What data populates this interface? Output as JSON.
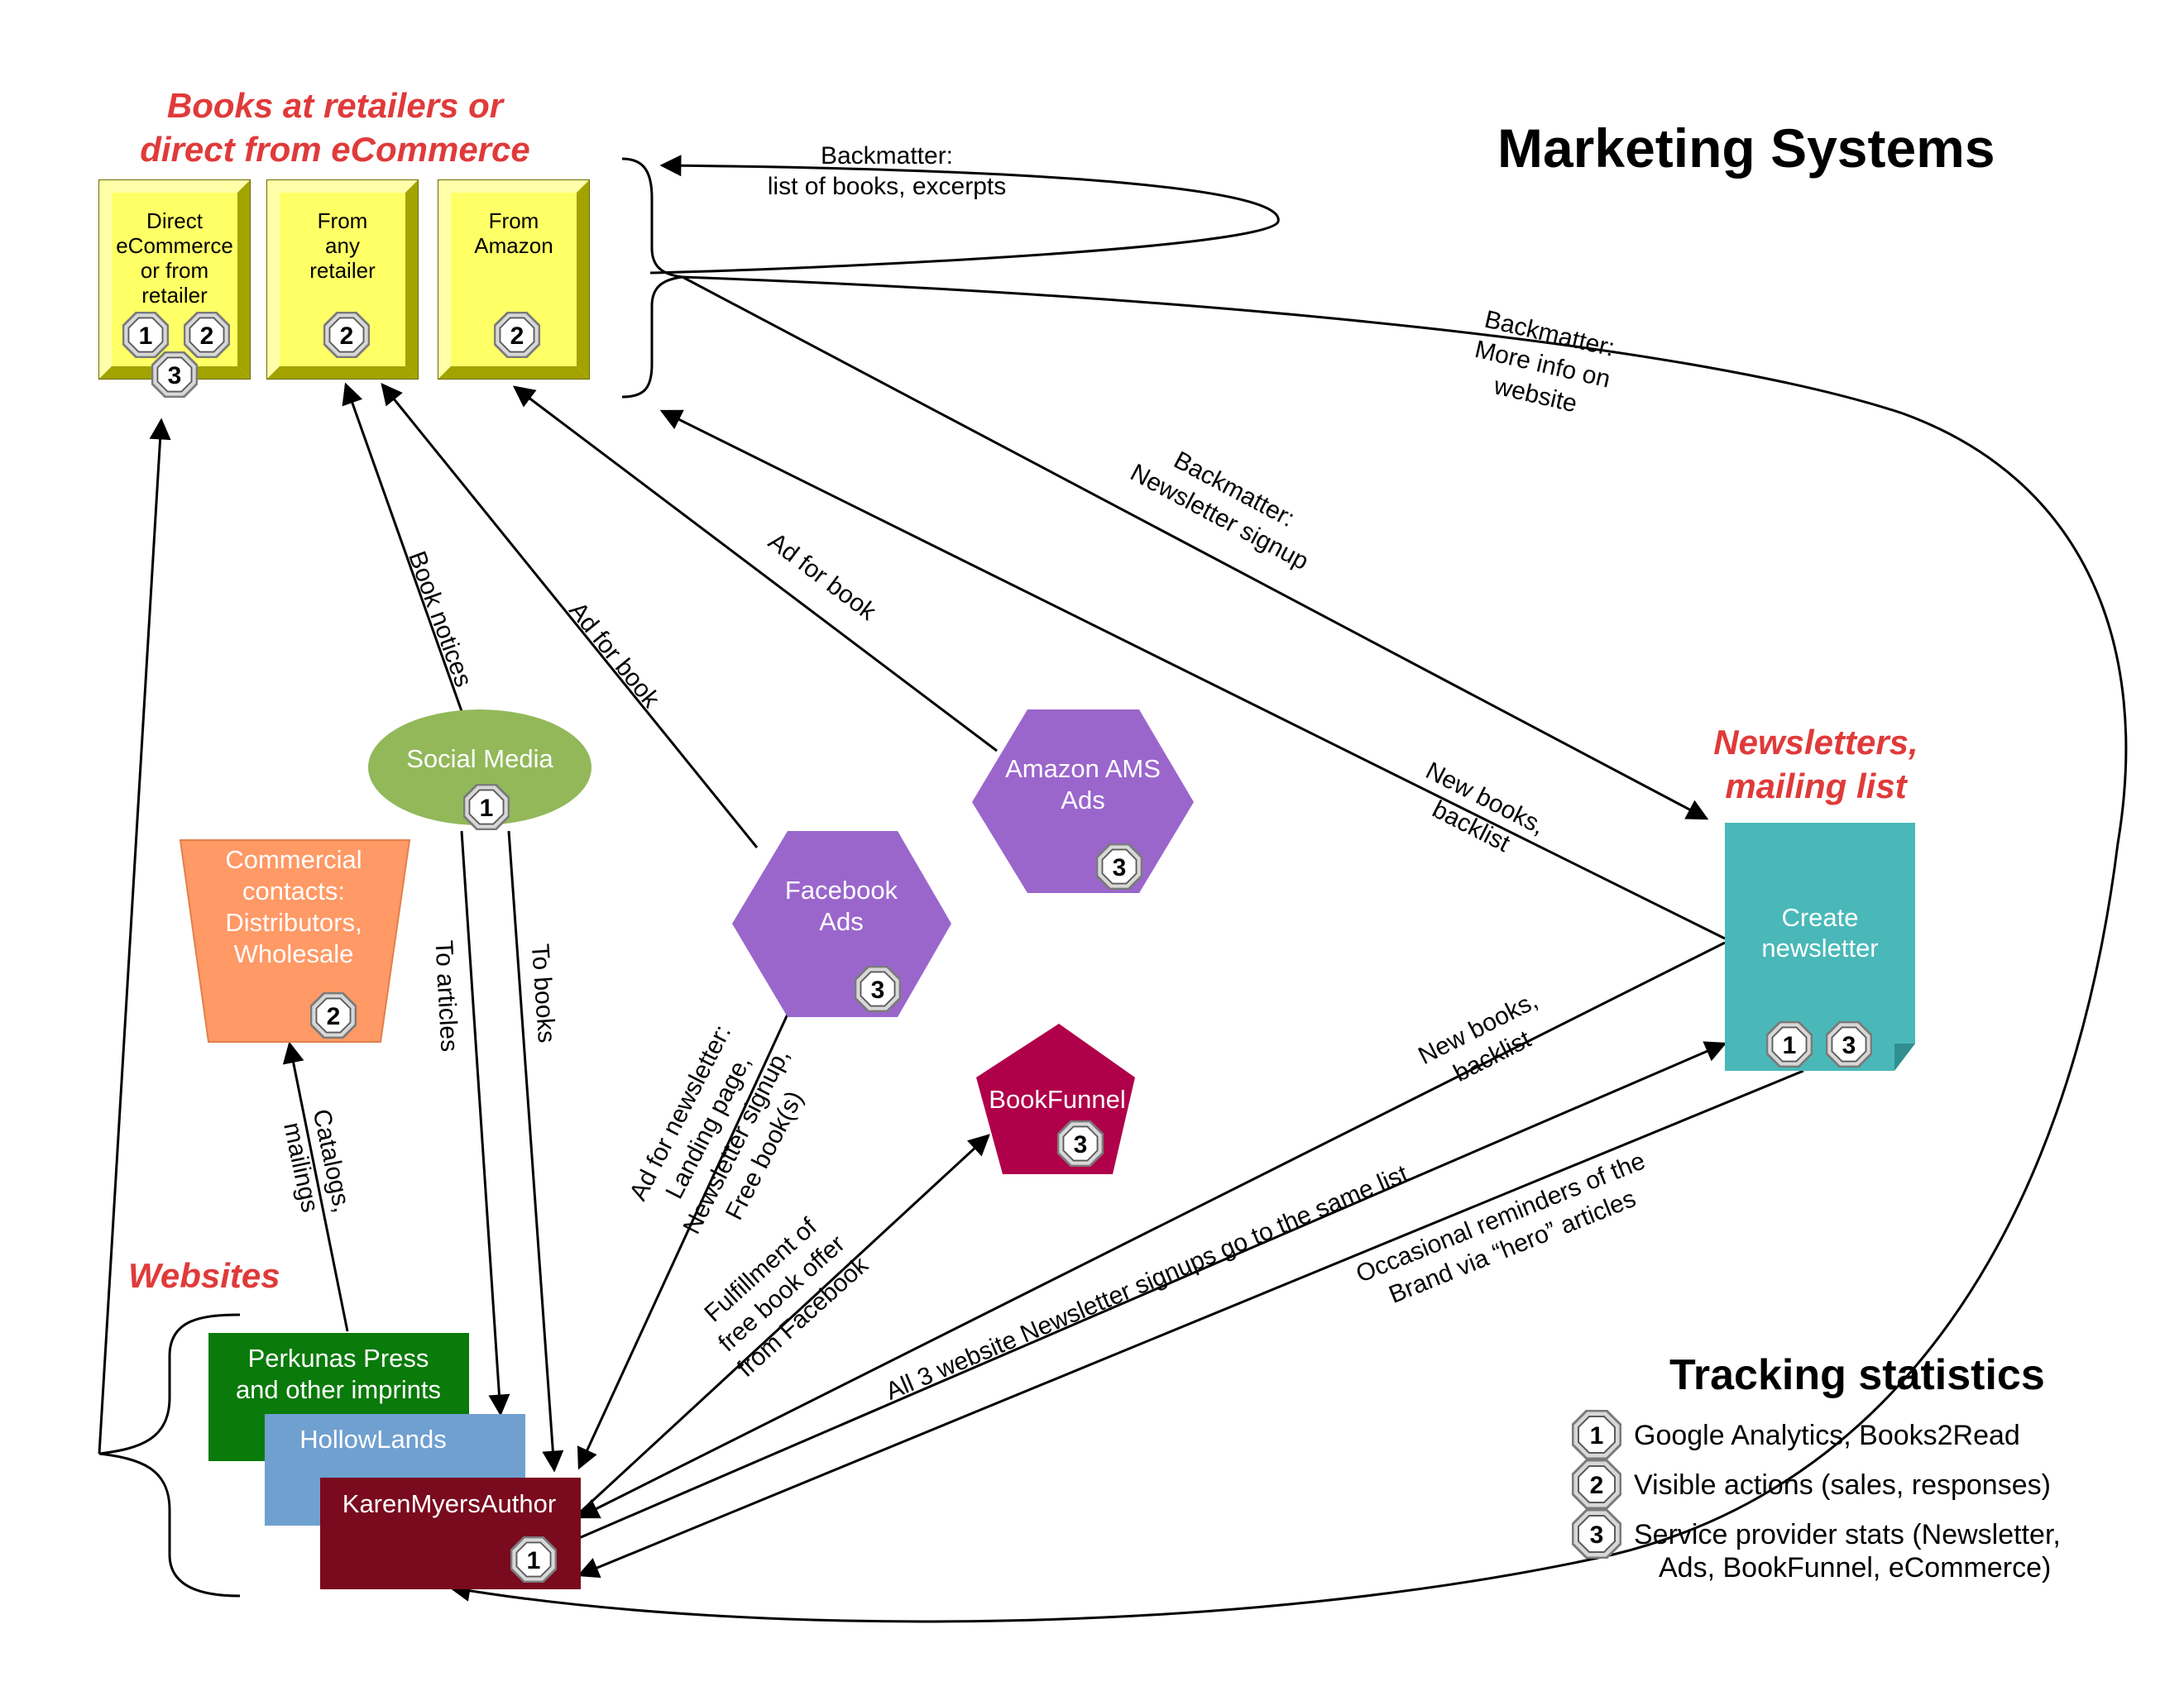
{
  "title": "Marketing Systems",
  "sections": {
    "retailers": [
      "Books at retailers or",
      "direct from eCommerce"
    ],
    "websites": "Websites",
    "newsletters": [
      "Newsletters,",
      "mailing list"
    ]
  },
  "books": {
    "direct": [
      "Direct",
      "eCommerce",
      "or from",
      "retailer"
    ],
    "any": [
      "From",
      "any",
      "retailer"
    ],
    "amazon": [
      "From",
      "Amazon"
    ]
  },
  "nodes": {
    "social": "Social Media",
    "commercial": [
      "Commercial",
      "contacts:",
      "Distributors,",
      "Wholesale"
    ],
    "facebook": [
      "Facebook",
      "Ads"
    ],
    "amazon_ams": [
      "Amazon AMS",
      "Ads"
    ],
    "bookfunnel": "BookFunnel",
    "newsletter": [
      "Create",
      "newsletter"
    ],
    "perkunas": [
      "Perkunas Press",
      "and other imprints"
    ],
    "hollowlands": "HollowLands",
    "karen": "KarenMyersAuthor"
  },
  "edges": {
    "backmatter_books": [
      "Backmatter:",
      "list of books, excerpts"
    ],
    "backmatter_website": [
      "Backmatter:",
      "More info on",
      "website"
    ],
    "backmatter_newsletter": [
      "Backmatter:",
      "Newsletter signup"
    ],
    "book_notices": "Book notices",
    "ad_for_book_fb": "Ad for book",
    "ad_for_book_ams": "Ad for book",
    "new_books_backlist_1": [
      "New books,",
      "backlist"
    ],
    "new_books_backlist_2": [
      "New books,",
      "backlist"
    ],
    "to_articles": "To articles",
    "to_books": "To books",
    "catalogs": [
      "Catalogs,",
      "mailings"
    ],
    "ad_newsletter": [
      "Ad for newsletter:",
      "Landing page,",
      "Newsletter signup,",
      "Free book(s)"
    ],
    "fulfillment": [
      "Fulfillment of",
      "free book offer",
      "from Facebook"
    ],
    "all_signups": "All 3 website Newsletter signups go to the same list",
    "reminders": [
      "Occasional reminders of the",
      "Brand via “hero” articles"
    ]
  },
  "tracking": {
    "heading": "Tracking statistics",
    "items": [
      {
        "num": "1",
        "text": "Google Analytics, Books2Read"
      },
      {
        "num": "2",
        "text": "Visible actions (sales, responses)"
      },
      {
        "num": "3",
        "text": "Service provider stats (Newsletter,"
      }
    ],
    "item3_cont": "Ads, BookFunnel, eCommerce)"
  },
  "colors": {
    "heading_red": "#e03a3a",
    "book_yellow": "#ffff66",
    "social_green": "#92b85a",
    "commercial_orange": "#ff9966",
    "ads_purple": "#9a66cc",
    "bookfunnel_crimson": "#b0004a",
    "newsletter_teal": "#4ab8b8",
    "perkunas_green": "#0a7a0a",
    "hollowlands_blue": "#6fa0d0",
    "karen_maroon": "#7a0a1e"
  }
}
